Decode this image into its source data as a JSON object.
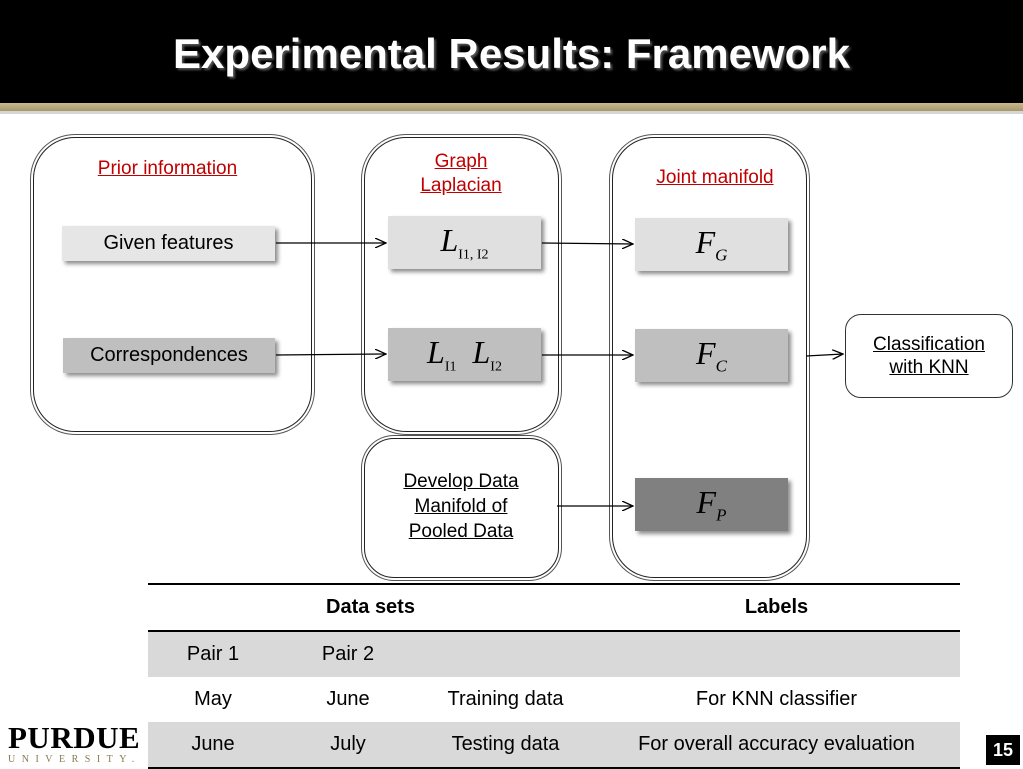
{
  "slide": {
    "title": "Experimental Results: Framework",
    "page_number": "15"
  },
  "logo": {
    "name": "PURDUE",
    "subtitle": "UNIVERSITY."
  },
  "diagram": {
    "prior": {
      "label": "Prior information",
      "given_features": "Given features",
      "correspondences": "Correspondences"
    },
    "graph_laplacian": {
      "label_line1": "Graph",
      "label_line2": "Laplacian",
      "joint": {
        "symbol": "L",
        "subscript": "I1, I2"
      },
      "separate": {
        "symbol1": "L",
        "sub1": "I1",
        "symbol2": "L",
        "sub2": "I2"
      }
    },
    "pooled": {
      "line1": "Develop Data",
      "line2": "Manifold of",
      "line3": "Pooled Data"
    },
    "joint_manifold": {
      "label": "Joint manifold",
      "fg": {
        "symbol": "F",
        "subscript": "G"
      },
      "fc": {
        "symbol": "F",
        "subscript": "C"
      },
      "fp": {
        "symbol": "F",
        "subscript": "P"
      }
    },
    "classification": {
      "line1": "Classification",
      "line2": "with KNN"
    },
    "colors": {
      "label_red": "#c00000",
      "box_light": "#e0e0e0",
      "box_mid": "#bfbfbf",
      "box_dark": "#808080"
    }
  },
  "table": {
    "headers": [
      "Data sets",
      "Labels"
    ],
    "rows": [
      [
        "Pair 1",
        "Pair 2",
        "",
        ""
      ],
      [
        "May",
        "June",
        "Training data",
        "For KNN classifier"
      ],
      [
        "June",
        "July",
        "Testing data",
        "For  overall accuracy evaluation"
      ]
    ]
  }
}
